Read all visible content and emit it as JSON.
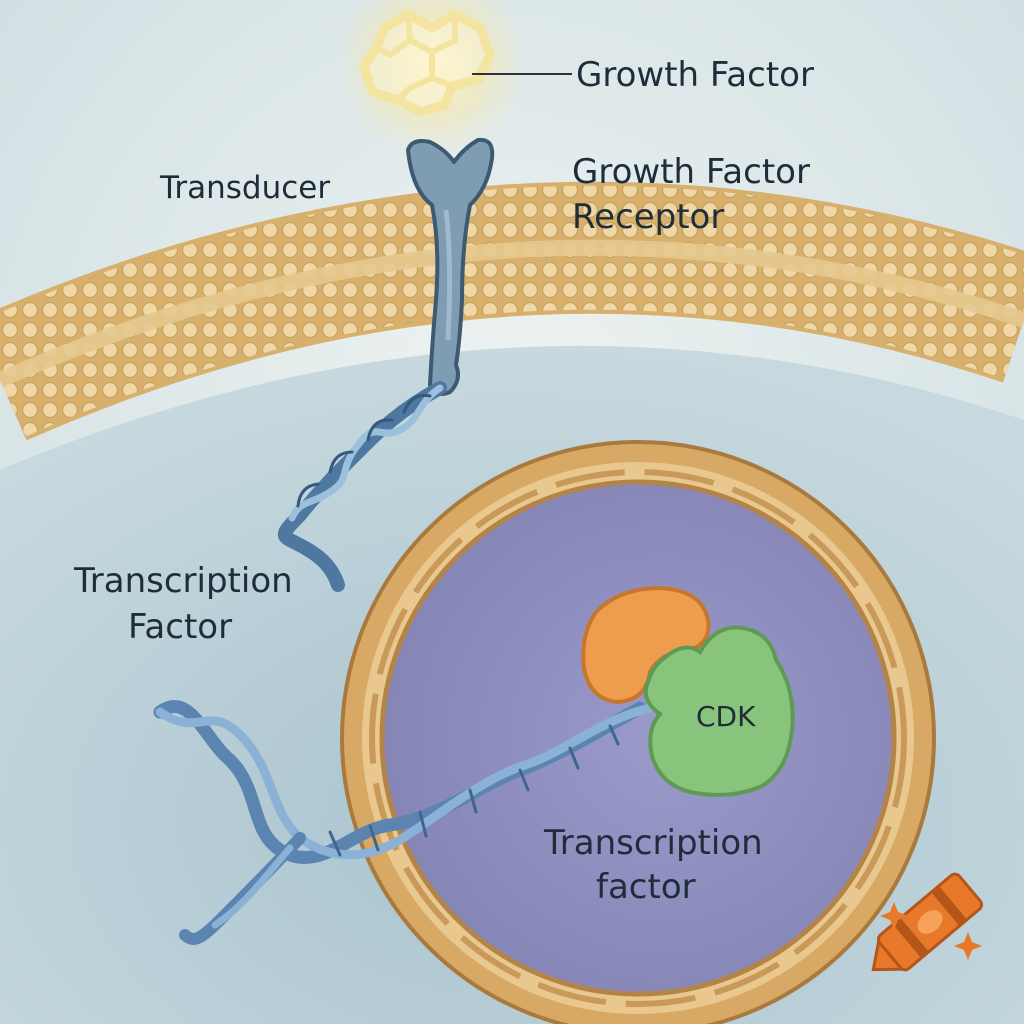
{
  "labels": {
    "growth_factor": "Growth Factor",
    "transducer": "Transducer",
    "receptor_line1": "Growth Factor",
    "receptor_line2": "Receptor",
    "tf_outside_line1": "Transcription",
    "tf_outside_line2": "Factor",
    "cdk": "CDK",
    "tf_inside_line1": "Transcription",
    "tf_inside_line2": "factor"
  },
  "colors": {
    "background": "#dfe8e8",
    "cytoplasm": "#b9cfd6",
    "membrane": "#e8c98f",
    "nucleus": "#8f8fbf",
    "nuclear_envelope": "#dca862",
    "receptor": "#6f8fa8",
    "dna": "#6f97c0",
    "cyclin": "#ec9a4a",
    "cdk": "#86c27a",
    "crayon": "#e87a2a"
  },
  "icons": {
    "growth_factor": "hexagon-molecule-icon",
    "logo": "crayon-icon"
  }
}
